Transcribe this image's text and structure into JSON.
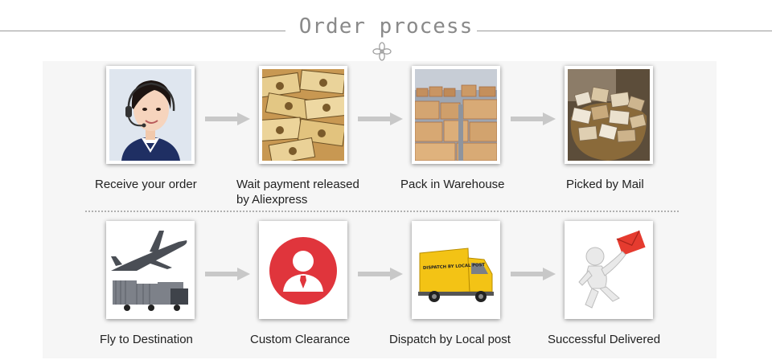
{
  "header": {
    "title": "Order process",
    "ornament_icon": "flower-icon"
  },
  "steps": [
    {
      "label": "Receive your order",
      "icon": "customer-service-agent-icon"
    },
    {
      "label": "Wait payment released",
      "label_line2": "by Aliexpress",
      "icon": "money-stack-icon"
    },
    {
      "label": "Pack in Warehouse",
      "icon": "warehouse-boxes-icon"
    },
    {
      "label": "Picked by Mail",
      "icon": "mail-parcels-icon"
    },
    {
      "label": "Fly to Destination",
      "icon": "airplane-truck-icon"
    },
    {
      "label": "Custom Clearance",
      "icon": "customs-officer-icon"
    },
    {
      "label": "Dispatch by Local post",
      "icon": "delivery-truck-icon"
    },
    {
      "label": "Successful Delivered",
      "icon": "delivered-envelope-icon"
    }
  ],
  "truck_text": "DISPATCH BY LOCAL POST",
  "colors": {
    "accent_red": "#e0353c",
    "arrow_gray": "#c8c8c8",
    "title_gray": "#8a8a8a",
    "truck_yellow": "#f3c315"
  }
}
